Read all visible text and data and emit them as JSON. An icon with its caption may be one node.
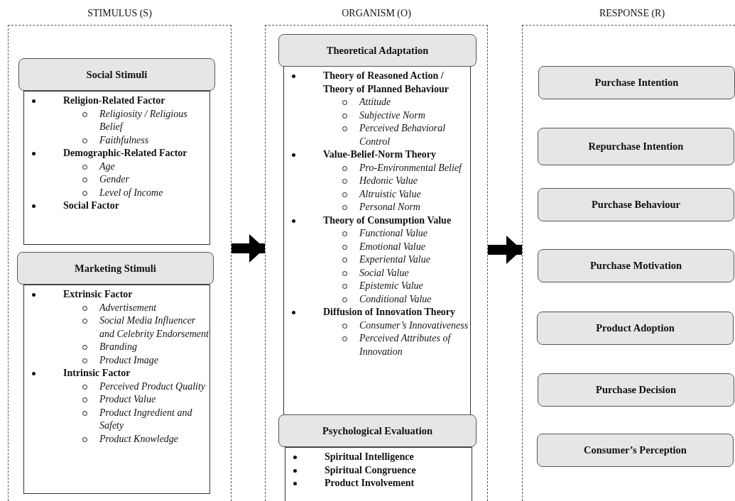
{
  "diagram": {
    "nodes": [
      {
        "text": [
          "STIMULUS (S)"
        ]
      },
      {
        "text": [
          "Social Stimuli"
        ],
        "in": 0
      },
      {
        "text": [
          "**Religion-Related Factor**",
          "*Religiosity / Religious Belief*",
          "*Faithfulness*",
          "**Demographic-Related Factor**",
          "*Age*",
          "*Gender*",
          "*Level of Income*",
          "**Social Factor**"
        ],
        "in": 0
      },
      {
        "text": [
          "Marketing Stimuli"
        ],
        "in": 0
      },
      {
        "text": [
          "**Extrinsic Factor**",
          "*Advertisement*",
          "*Social Media Influencer and Celebrity Endorsement*",
          "*Branding*",
          "*Product Image*",
          "**Intrinsic Factor**",
          "*Perceived Product Quality*",
          "*Product Value*",
          "*Product Ingredient and Safety*",
          "*Product Knowledge*"
        ],
        "in": 0
      },
      {
        "text": [
          "ORGANISM (O)"
        ]
      },
      {
        "text": [
          "Theoretical Adaptation"
        ],
        "in": 5
      },
      {
        "text": [
          "**Theory of Reasoned Action / Theory of Planned Behaviour**",
          "*Attitude*",
          "*Subjective Norm*",
          "*Perceived Behavioral Control*",
          "**Value-Belief-Norm Theory**",
          "*Pro-Environmental Belief*",
          "*Hedonic Value*",
          "*Altruistic Value*",
          "*Personal Norm*",
          "**Theory of Consumption Value**",
          "*Functional Value*",
          "*Emotional Value*",
          "*Experiental Value*",
          "*Social Value*",
          "*Epistemic Value*",
          "*Conditional Value*",
          "**Diffusion of Innovation Theory**",
          "*Consumer’s Innovativeness*",
          "*Perceived Attributes of Innovation*"
        ],
        "in": 5
      },
      {
        "text": [
          "Psychological Evaluation"
        ],
        "in": 5
      },
      {
        "text": [
          "**Spiritual Intelligence**",
          "**Spiritual Congruence**",
          "**Product Involvement**"
        ],
        "in": 5
      },
      {
        "text": [
          "RESPONSE (R)"
        ]
      },
      {
        "text": [
          "Purchase Intention"
        ],
        "in": 10
      },
      {
        "text": [
          "Repurchase Intention"
        ],
        "in": 10
      },
      {
        "text": [
          "Purchase Behaviour"
        ],
        "in": 10
      },
      {
        "text": [
          "Purchase Motivation"
        ],
        "in": 10
      },
      {
        "text": [
          "Product Adoption"
        ],
        "in": 10
      },
      {
        "text": [
          "Purchase Decision"
        ],
        "in": 10
      },
      {
        "text": [
          "Consumer’s Perception"
        ],
        "in": 10
      }
    ],
    "edges": [
      {
        "from": 0,
        "to": 5,
        "arrow": "to"
      },
      {
        "from": 5,
        "to": 10,
        "arrow": "to"
      }
    ]
  }
}
